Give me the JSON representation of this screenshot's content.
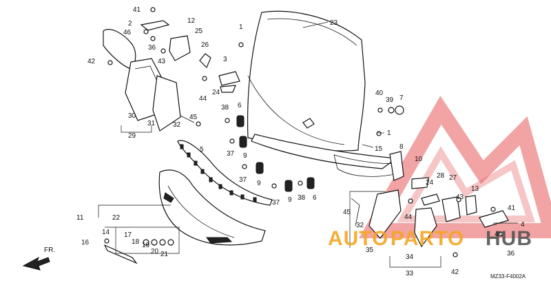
{
  "diagram": {
    "reference_code": "MZ33-F4002A",
    "direction_label": "FR.",
    "watermark": {
      "text_orange": "AUTO",
      "text_mid": "PARTO",
      "text_gray": "HUB",
      "colors": {
        "red": "#e23b3b",
        "orange": "#f5a623",
        "gray": "#555555"
      }
    },
    "callouts": [
      {
        "id": "c41a",
        "label": "41"
      },
      {
        "id": "c2",
        "label": "2"
      },
      {
        "id": "c46a",
        "label": "46"
      },
      {
        "id": "c36a",
        "label": "36"
      },
      {
        "id": "c43a",
        "label": "43"
      },
      {
        "id": "c42a",
        "label": "42"
      },
      {
        "id": "c12",
        "label": "12"
      },
      {
        "id": "c25",
        "label": "25"
      },
      {
        "id": "c26",
        "label": "26"
      },
      {
        "id": "c3",
        "label": "3"
      },
      {
        "id": "c24a",
        "label": "24"
      },
      {
        "id": "c44a",
        "label": "44"
      },
      {
        "id": "c1a",
        "label": "1"
      },
      {
        "id": "c23",
        "label": "23"
      },
      {
        "id": "c30",
        "label": "30"
      },
      {
        "id": "c31",
        "label": "31"
      },
      {
        "id": "c29",
        "label": "29"
      },
      {
        "id": "c32a",
        "label": "32"
      },
      {
        "id": "c45a",
        "label": "45"
      },
      {
        "id": "c38a",
        "label": "38"
      },
      {
        "id": "c6a",
        "label": "6"
      },
      {
        "id": "c9a",
        "label": "9"
      },
      {
        "id": "c37a",
        "label": "37"
      },
      {
        "id": "c5",
        "label": "5"
      },
      {
        "id": "c9b",
        "label": "9"
      },
      {
        "id": "c37b",
        "label": "37"
      },
      {
        "id": "c37c",
        "label": "37"
      },
      {
        "id": "c9c",
        "label": "9"
      },
      {
        "id": "c38b",
        "label": "38"
      },
      {
        "id": "c6b",
        "label": "6"
      },
      {
        "id": "c15",
        "label": "15"
      },
      {
        "id": "c40",
        "label": "40"
      },
      {
        "id": "c39",
        "label": "39"
      },
      {
        "id": "c7",
        "label": "7"
      },
      {
        "id": "c1b",
        "label": "1"
      },
      {
        "id": "c8",
        "label": "8"
      },
      {
        "id": "c10",
        "label": "10"
      },
      {
        "id": "c28",
        "label": "28"
      },
      {
        "id": "c24b",
        "label": "24"
      },
      {
        "id": "c27",
        "label": "27"
      },
      {
        "id": "c43b",
        "label": "43"
      },
      {
        "id": "c13",
        "label": "13"
      },
      {
        "id": "c41b",
        "label": "41"
      },
      {
        "id": "c4",
        "label": "4"
      },
      {
        "id": "c46b",
        "label": "46"
      },
      {
        "id": "c36b",
        "label": "36"
      },
      {
        "id": "c42b",
        "label": "42"
      },
      {
        "id": "c45b",
        "label": "45"
      },
      {
        "id": "c32b",
        "label": "32"
      },
      {
        "id": "c44b",
        "label": "44"
      },
      {
        "id": "c35",
        "label": "35"
      },
      {
        "id": "c34",
        "label": "34"
      },
      {
        "id": "c33",
        "label": "33"
      },
      {
        "id": "c11",
        "label": "11"
      },
      {
        "id": "c22",
        "label": "22"
      },
      {
        "id": "c14",
        "label": "14"
      },
      {
        "id": "c16",
        "label": "16"
      },
      {
        "id": "c17",
        "label": "17"
      },
      {
        "id": "c18",
        "label": "18"
      },
      {
        "id": "c19",
        "label": "19"
      },
      {
        "id": "c20",
        "label": "20"
      },
      {
        "id": "c21",
        "label": "21"
      }
    ]
  }
}
